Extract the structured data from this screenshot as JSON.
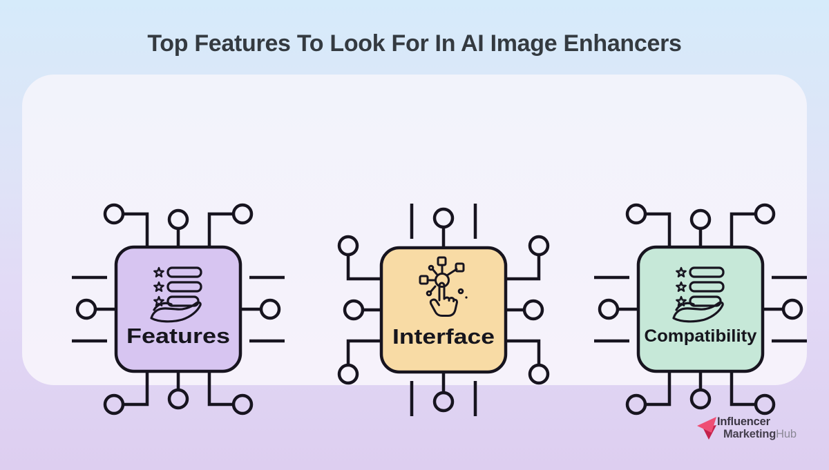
{
  "title": "Top Features To Look For In AI Image Enhancers",
  "chips": [
    {
      "label": "Features",
      "fill": "#d7c5f1",
      "icon": "feature-list-in-hand-icon",
      "pin_orientation": "circles-top-bottom"
    },
    {
      "label": "Interface",
      "fill": "#f8dba5",
      "icon": "touch-network-icon",
      "pin_orientation": "circles-left-right"
    },
    {
      "label": "Compatibility",
      "fill": "#c6e8d8",
      "icon": "feature-list-in-hand-icon",
      "pin_orientation": "circles-top-bottom"
    }
  ],
  "logo": {
    "line1": "Influencer",
    "line2_main": "Marketing",
    "line2_accent": "Hub"
  },
  "colors": {
    "background_top": "#d6ebfa",
    "background_bottom": "#ddcef0",
    "card": "#f5f2fa",
    "line_stroke": "#17141f",
    "title_text": "#343a40",
    "chip_features_fill": "#d7c5f1",
    "chip_interface_fill": "#f8dba5",
    "chip_compatibility_fill": "#c6e8d8",
    "logo_pink": "#ef4e74",
    "logo_crimson": "#c4224c"
  }
}
